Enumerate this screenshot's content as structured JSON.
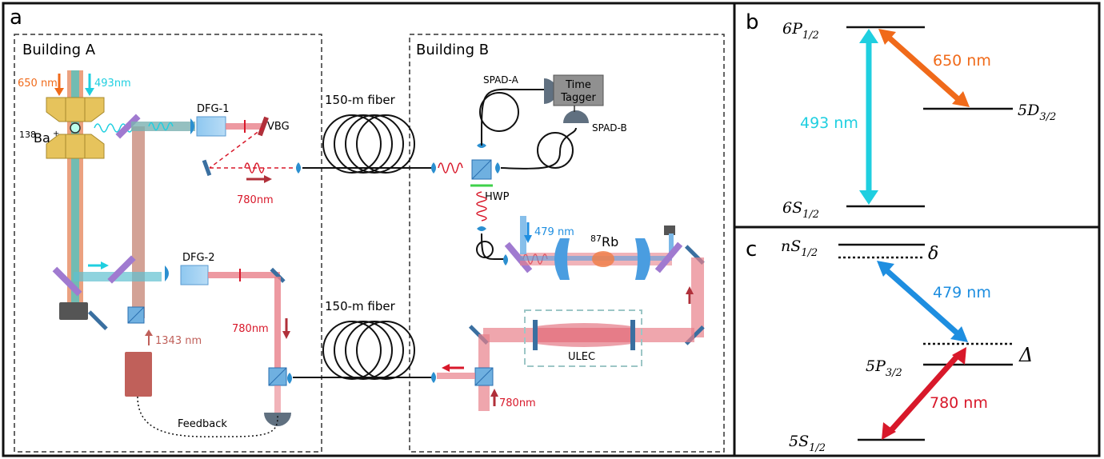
{
  "panels": {
    "a": "a",
    "b": "b",
    "c": "c"
  },
  "buildings": {
    "a": "Building A",
    "b": "Building B"
  },
  "labels": {
    "laser_650": "650 nm",
    "laser_493": "493nm",
    "ion_prefix": "138",
    "ion_name": "Ba",
    "ion_charge": "+",
    "dfg1": "DFG-1",
    "vbg": "VBG",
    "dfg2": "DFG-2",
    "out_780_a": "780nm",
    "pump_1343": "1343 nm",
    "out_780_b": "780nm",
    "feedback": "Feedback",
    "fiber_top": "150-m fiber",
    "fiber_bottom": "150-m fiber",
    "spad_a": "SPAD-A",
    "spad_b": "SPAD-B",
    "time_tagger_1": "Time",
    "time_tagger_2": "Tagger",
    "hwp": "HWP",
    "laser_479": "479 nm",
    "rb_prefix": "87",
    "rb_name": "Rb",
    "ulec": "ULEC",
    "in_780": "780nm"
  },
  "level_b": {
    "top": {
      "main": "6",
      "sym": "P",
      "sub": "1/2"
    },
    "mid": {
      "main": "5",
      "sym": "D",
      "sub": "3/2"
    },
    "bottom": {
      "main": "6",
      "sym": "S",
      "sub": "1/2"
    },
    "trans_493": "493 nm",
    "trans_650": "650 nm"
  },
  "level_c": {
    "top": {
      "main": "n",
      "sym": "S",
      "sub": "1/2"
    },
    "mid": {
      "main": "5",
      "sym": "P",
      "sub": "3/2"
    },
    "bottom": {
      "main": "5",
      "sym": "S",
      "sub": "1/2"
    },
    "delta_small": "δ",
    "delta_big": "Δ",
    "trans_479": "479 nm",
    "trans_780": "780 nm"
  },
  "colors": {
    "cyan": "#1fcfe0",
    "orange": "#f06a1a",
    "blue": "#1e8ee0",
    "red": "#d8182a",
    "beam_red": "#e8808a",
    "fiber": "#111111"
  }
}
